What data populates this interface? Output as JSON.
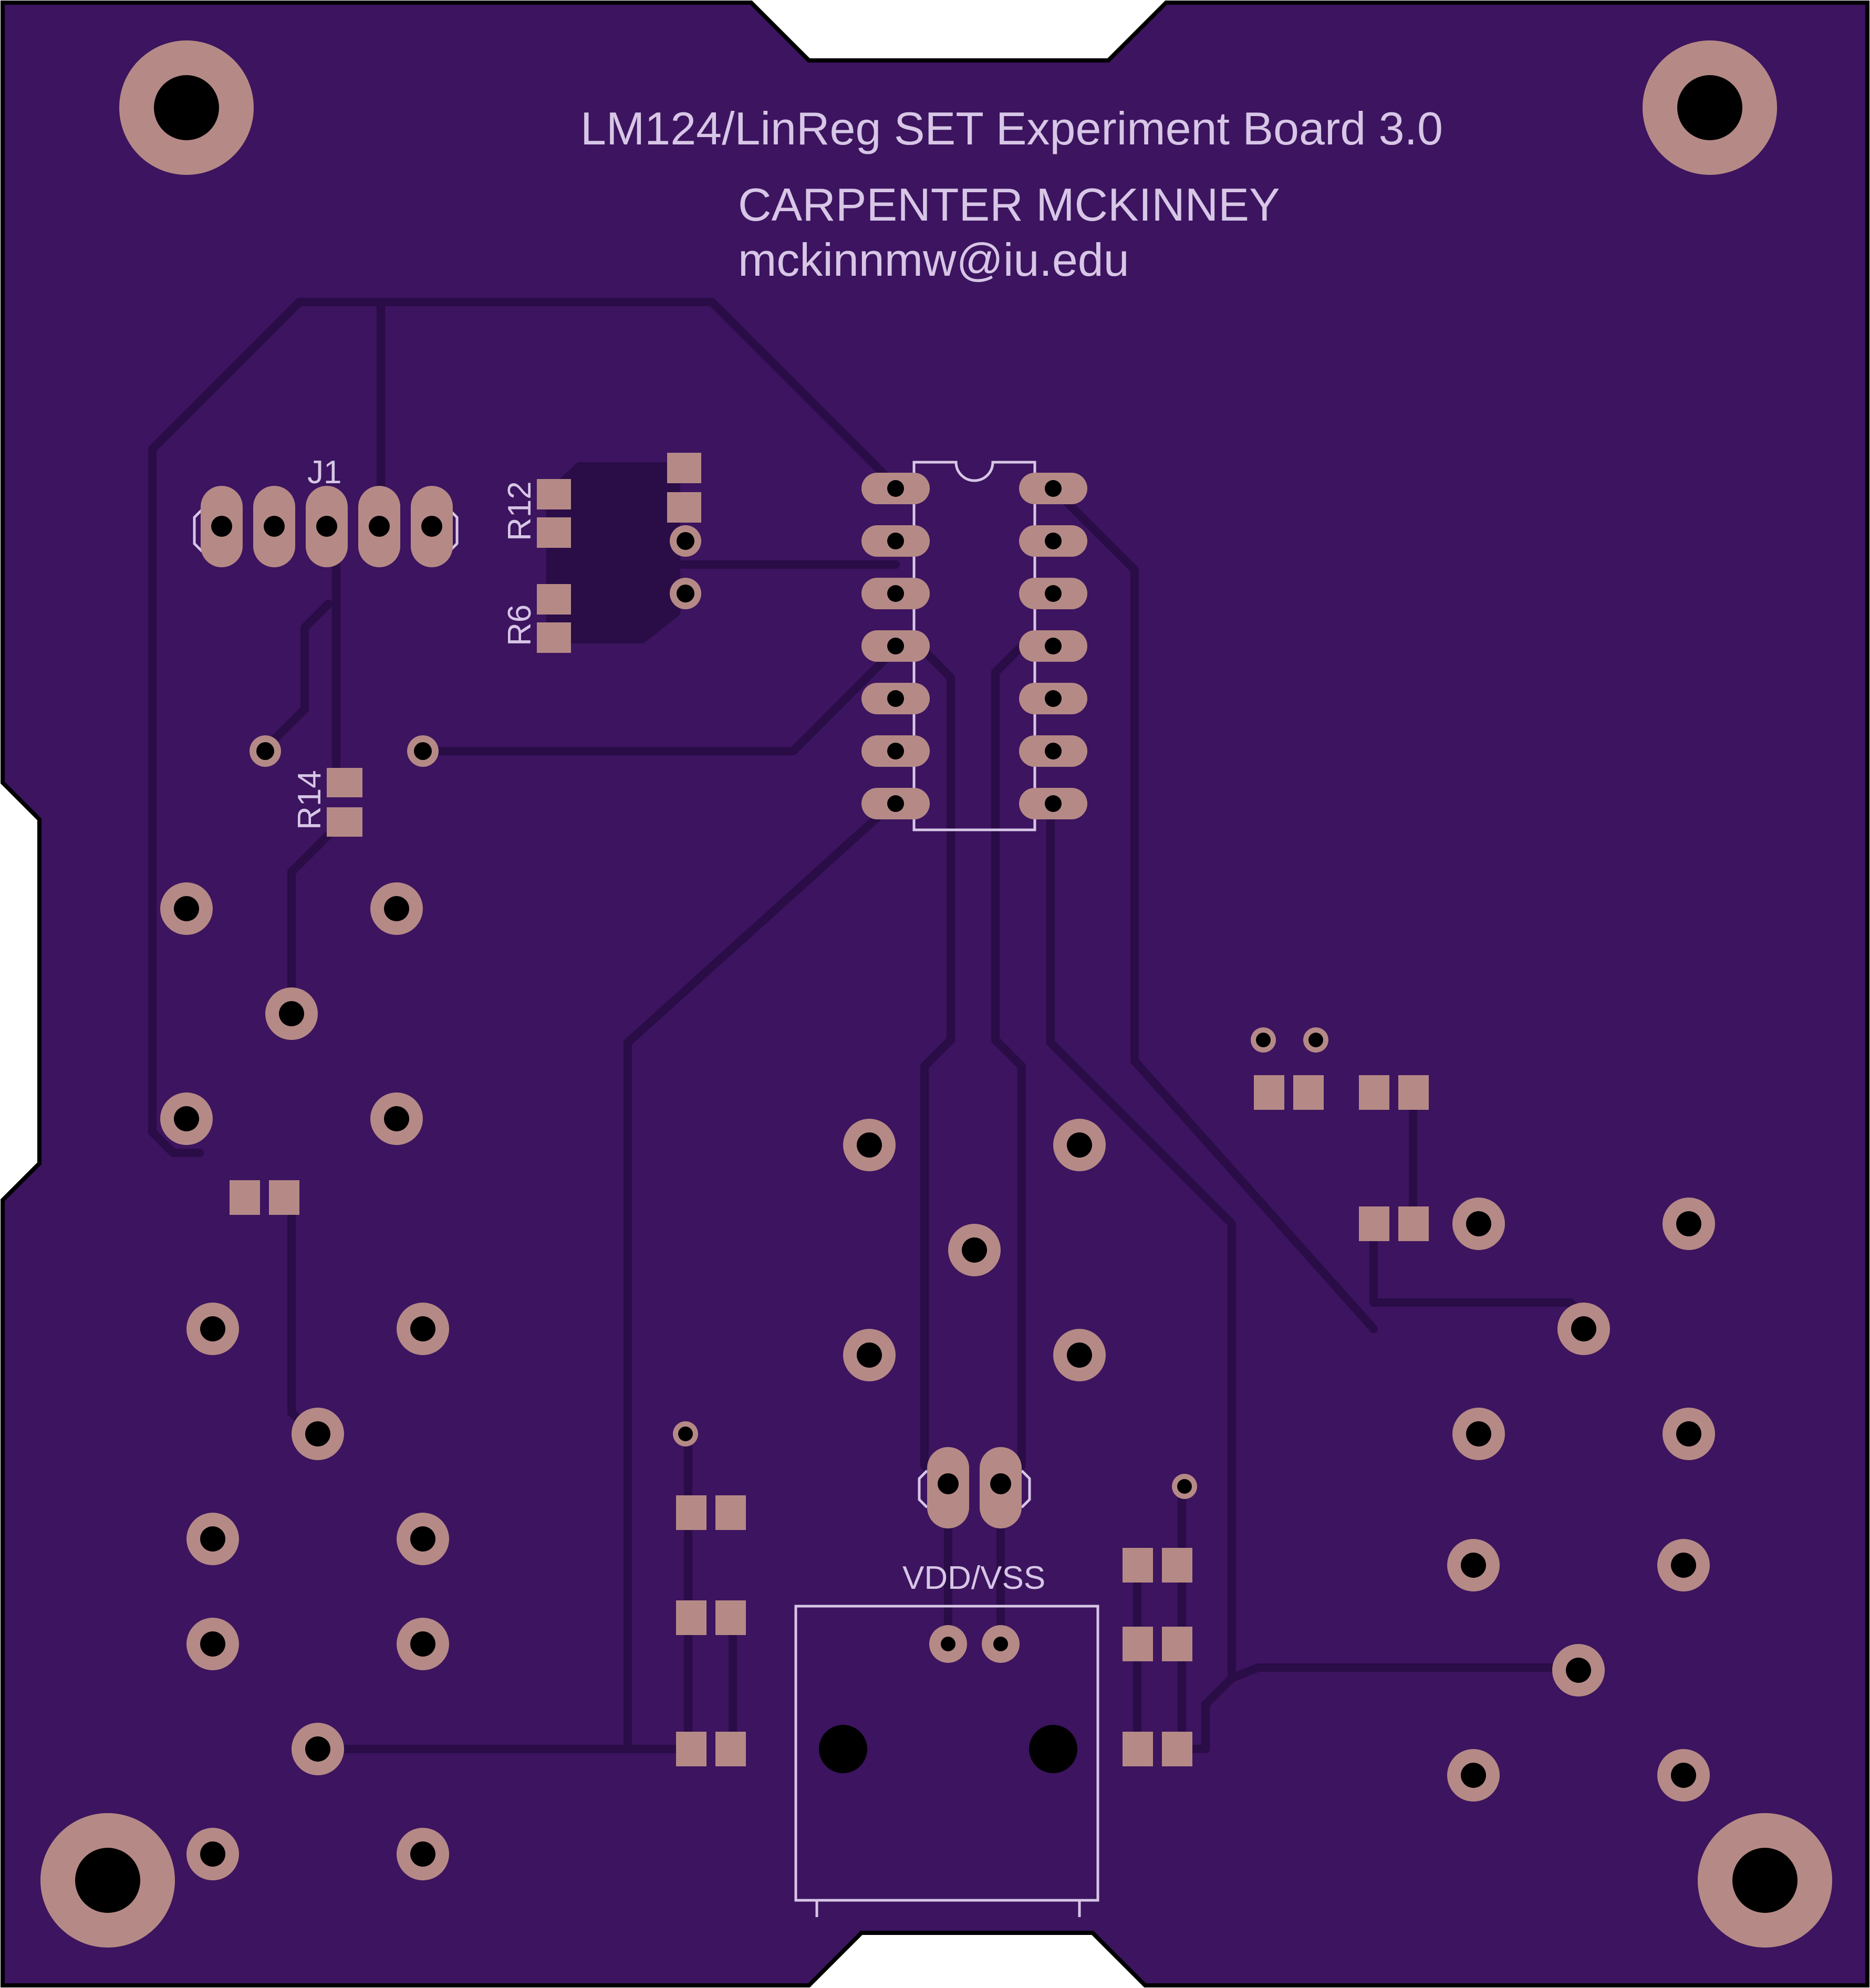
{
  "board": {
    "title": "LM124/LinReg SET Experiment Board 3.0",
    "author": "CARPENTER MCKINNEY",
    "email": "mckinnmw@iu.edu"
  },
  "labels": {
    "j1": "J1",
    "r12": "R12",
    "r6": "R6",
    "r14": "R14",
    "power_connector": "VDD/VSS"
  },
  "colors": {
    "background": "#ffffff",
    "board": "#3c145f",
    "board_outline": "#000000",
    "trace": "#2a0c47",
    "copper_pad": "#b58a86",
    "silkscreen": "#d7c6e6",
    "drill": "#000000"
  },
  "icons": {
    "mounting_hole": "mounting-hole-icon",
    "through_hole_pad": "through-hole-pad-icon",
    "smd_pad": "smd-pad-icon",
    "via": "via-icon",
    "ic_socket": "dip14-ic-icon",
    "power_jack": "power-jack-icon"
  }
}
